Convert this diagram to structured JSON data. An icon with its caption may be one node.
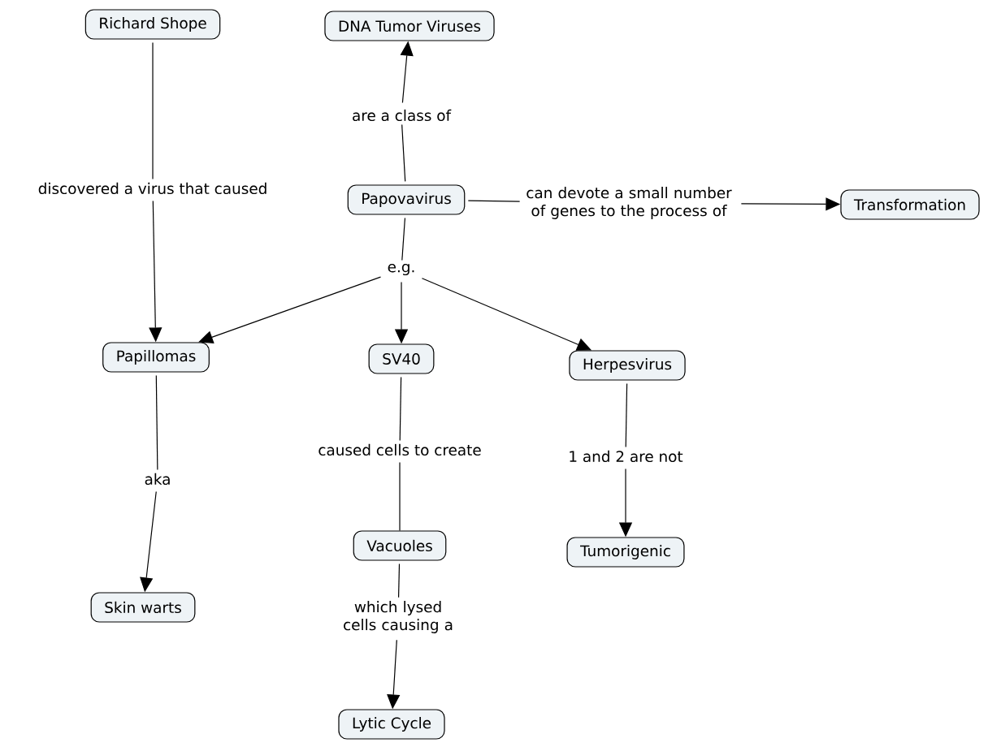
{
  "diagram": {
    "nodes": [
      {
        "text": [
          "Richard Shope"
        ]
      },
      {
        "text": [
          "DNA Tumor Viruses"
        ]
      },
      {
        "text": [
          "are a class of"
        ]
      },
      {
        "text": [
          "discovered a virus that caused"
        ]
      },
      {
        "text": [
          "Papovavirus"
        ]
      },
      {
        "text": [
          "can devote a small number of genes to the process of"
        ]
      },
      {
        "text": [
          "Transformation"
        ]
      },
      {
        "text": [
          "e.g."
        ]
      },
      {
        "text": [
          "Papillomas"
        ]
      },
      {
        "text": [
          "SV40"
        ]
      },
      {
        "text": [
          "Herpesvirus"
        ]
      },
      {
        "text": [
          "caused cells to create"
        ]
      },
      {
        "text": [
          "1 and 2 are not"
        ]
      },
      {
        "text": [
          "aka"
        ]
      },
      {
        "text": [
          "Vacuoles"
        ]
      },
      {
        "text": [
          "Tumorigenic"
        ]
      },
      {
        "text": [
          "Skin warts"
        ]
      },
      {
        "text": [
          "which lysed cells causing a"
        ]
      },
      {
        "text": [
          "Lytic Cycle"
        ]
      }
    ],
    "edges": [
      {
        "from": 0,
        "to": 3,
        "arrow": "none"
      },
      {
        "from": 3,
        "to": 8,
        "arrow": "to"
      },
      {
        "from": 4,
        "to": 2,
        "arrow": "none"
      },
      {
        "from": 2,
        "to": 1,
        "arrow": "to"
      },
      {
        "from": 4,
        "to": 5,
        "arrow": "none"
      },
      {
        "from": 5,
        "to": 6,
        "arrow": "to"
      },
      {
        "from": 4,
        "to": 7,
        "arrow": "none"
      },
      {
        "from": 7,
        "to": 8,
        "arrow": "to"
      },
      {
        "from": 7,
        "to": 9,
        "arrow": "to"
      },
      {
        "from": 7,
        "to": 10,
        "arrow": "to"
      },
      {
        "from": 8,
        "to": 13,
        "arrow": "none"
      },
      {
        "from": 13,
        "to": 16,
        "arrow": "to"
      },
      {
        "from": 9,
        "to": 11,
        "arrow": "none"
      },
      {
        "from": 11,
        "to": 14,
        "arrow": "none"
      },
      {
        "from": 10,
        "to": 12,
        "arrow": "none"
      },
      {
        "from": 12,
        "to": 15,
        "arrow": "to"
      },
      {
        "from": 14,
        "to": 17,
        "arrow": "none"
      },
      {
        "from": 17,
        "to": 18,
        "arrow": "to"
      }
    ]
  }
}
